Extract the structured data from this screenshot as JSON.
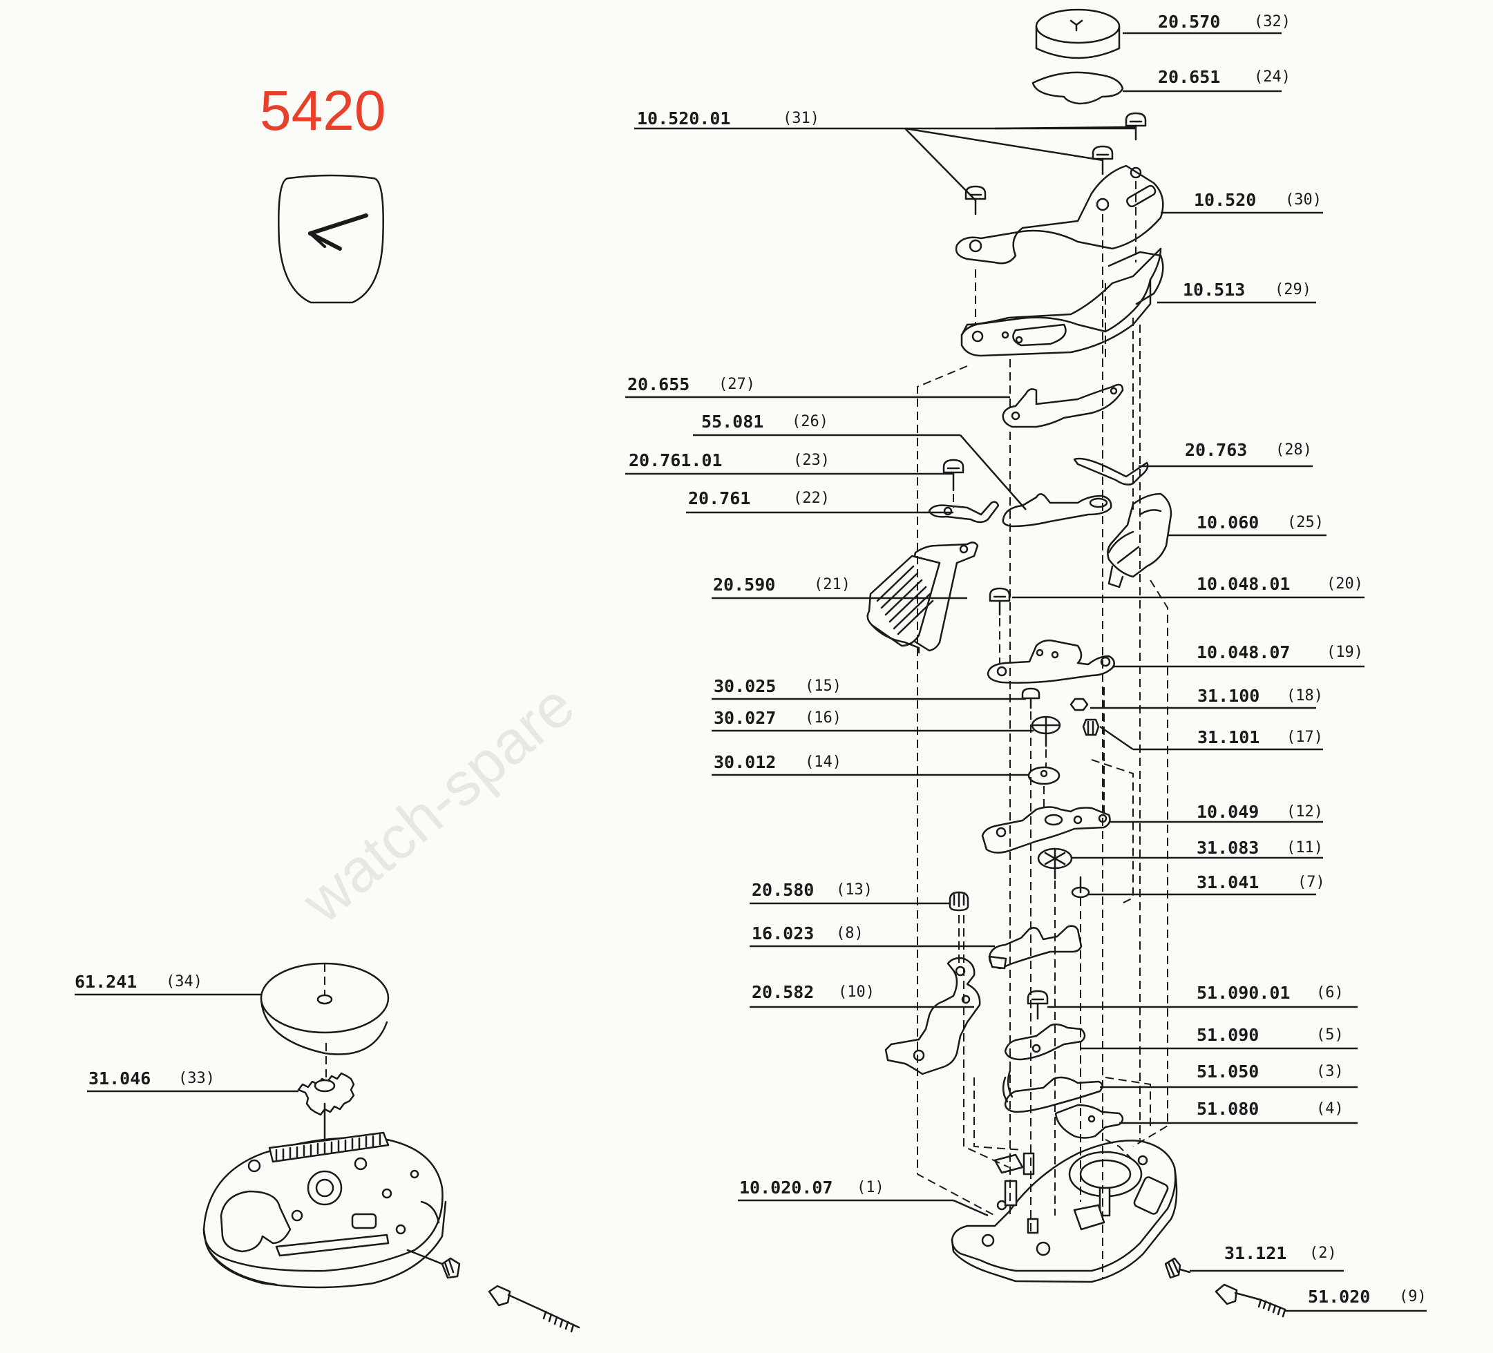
{
  "title": "5420",
  "colors": {
    "title": "#e8402a",
    "ink": "#1a1a1a",
    "paper": "#fbfbf8"
  },
  "parts": [
    {
      "id": "p32",
      "number": "20.570",
      "ref": "(32)"
    },
    {
      "id": "p24",
      "number": "20.651",
      "ref": "(24)"
    },
    {
      "id": "p31",
      "number": "10.520.01",
      "ref": "(31)"
    },
    {
      "id": "p30",
      "number": "10.520",
      "ref": "(30)"
    },
    {
      "id": "p29",
      "number": "10.513",
      "ref": "(29)"
    },
    {
      "id": "p27",
      "number": "20.655",
      "ref": "(27)"
    },
    {
      "id": "p26",
      "number": "55.081",
      "ref": "(26)"
    },
    {
      "id": "p23",
      "number": "20.761.01",
      "ref": "(23)"
    },
    {
      "id": "p28",
      "number": "20.763",
      "ref": "(28)"
    },
    {
      "id": "p22",
      "number": "20.761",
      "ref": "(22)"
    },
    {
      "id": "p25",
      "number": "10.060",
      "ref": "(25)"
    },
    {
      "id": "p21",
      "number": "20.590",
      "ref": "(21)"
    },
    {
      "id": "p20",
      "number": "10.048.01",
      "ref": "(20)"
    },
    {
      "id": "p19",
      "number": "10.048.07",
      "ref": "(19)"
    },
    {
      "id": "p15",
      "number": "30.025",
      "ref": "(15)"
    },
    {
      "id": "p18",
      "number": "31.100",
      "ref": "(18)"
    },
    {
      "id": "p16",
      "number": "30.027",
      "ref": "(16)"
    },
    {
      "id": "p17",
      "number": "31.101",
      "ref": "(17)"
    },
    {
      "id": "p14",
      "number": "30.012",
      "ref": "(14)"
    },
    {
      "id": "p12",
      "number": "10.049",
      "ref": "(12)"
    },
    {
      "id": "p11",
      "number": "31.083",
      "ref": "(11)"
    },
    {
      "id": "p13",
      "number": "20.580",
      "ref": "(13)"
    },
    {
      "id": "p7",
      "number": "31.041",
      "ref": "(7)"
    },
    {
      "id": "p8",
      "number": "16.023",
      "ref": "(8)"
    },
    {
      "id": "p34",
      "number": "61.241",
      "ref": "(34)"
    },
    {
      "id": "p10",
      "number": "20.582",
      "ref": "(10)"
    },
    {
      "id": "p6",
      "number": "51.090.01",
      "ref": "(6)"
    },
    {
      "id": "p5",
      "number": "51.090",
      "ref": "(5)"
    },
    {
      "id": "p33",
      "number": "31.046",
      "ref": "(33)"
    },
    {
      "id": "p3",
      "number": "51.050",
      "ref": "(3)"
    },
    {
      "id": "p4",
      "number": "51.080",
      "ref": "(4)"
    },
    {
      "id": "p1",
      "number": "10.020.07",
      "ref": "(1)"
    },
    {
      "id": "p2",
      "number": "31.121",
      "ref": "(2)"
    },
    {
      "id": "p9",
      "number": "51.020",
      "ref": "(9)"
    }
  ]
}
